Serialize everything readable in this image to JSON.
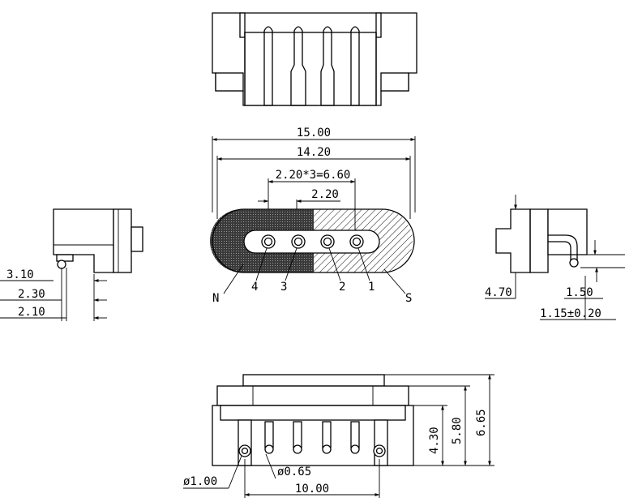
{
  "dimensions": {
    "overall_width": "15.00",
    "contact_span": "14.20",
    "pitch_total": "2.20*3=6.60",
    "pitch": "2.20",
    "side_a": "3.10",
    "side_b": "2.30",
    "side_c": "2.10",
    "right_a": "4.70",
    "right_b": "1.50",
    "right_c": "1.15±0.20",
    "hole_large": "ø1.00",
    "hole_small": "ø0.65",
    "peg_span": "10.00",
    "height_a": "4.30",
    "height_b": "5.80",
    "height_c": "6.65"
  },
  "labels": {
    "polarity_n": "N",
    "polarity_s": "S",
    "pin_1": "1",
    "pin_2": "2",
    "pin_3": "3",
    "pin_4": "4"
  }
}
